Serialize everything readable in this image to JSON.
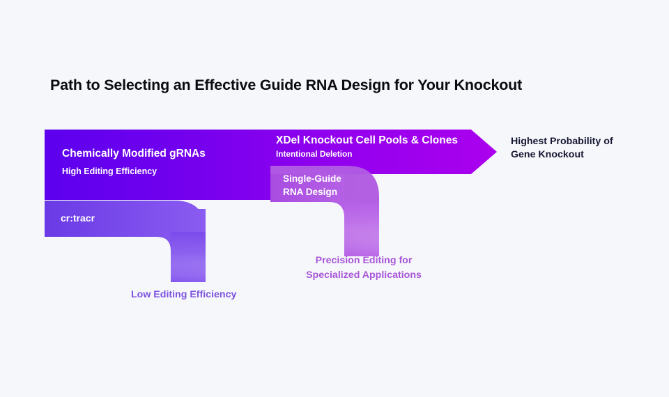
{
  "background_color": "#f5f7fa",
  "title": "Path to Selecting an Effective Guide RNA Design for Your Knockout",
  "flow": {
    "primary_band": {
      "title": "Chemically Modified gRNAs",
      "subtitle": "High Editing Efficiency",
      "gradient_start": "#5c00ee",
      "gradient_end": "#ab00ee"
    },
    "arrow_band": {
      "title": "XDel Knockout Cell Pools & Clones",
      "subtitle": "Intentional Deletion",
      "color": "#a800ee"
    },
    "branches": [
      {
        "label": "cr:tracr",
        "outcome": "Low Editing Efficiency",
        "outcome_color": "#7c52e0",
        "band_color": "#7a4ae8"
      },
      {
        "label": "Single-Guide\nRNA Design",
        "outcome": "Precision Editing for\nSpecialized Applications",
        "outcome_color": "#a855d8",
        "band_color": "#b260e2"
      }
    ]
  },
  "outcome_primary": {
    "text": "Highest Probability of\nGene Knockout",
    "color": "#171733"
  }
}
